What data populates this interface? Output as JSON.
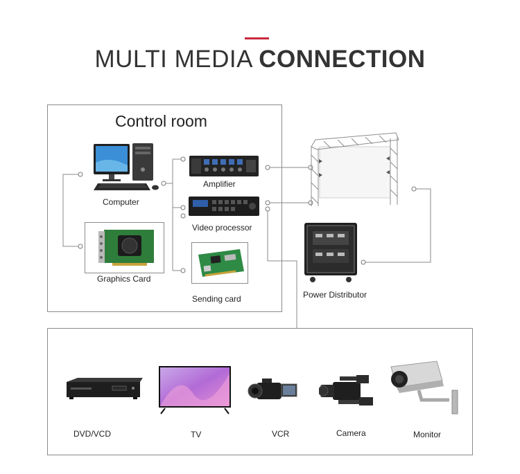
{
  "colors": {
    "accent": "#c8283c",
    "line": "#8a8a8a",
    "device_dark": "#2a2a2a",
    "screen_blue": "#3a8fd6"
  },
  "header": {
    "title_light": "MULTI MEDIA",
    "title_bold": "CONNECTION"
  },
  "control_room": {
    "title": "Control room",
    "devices": {
      "computer": {
        "label": "Computer",
        "icon": "computer-icon"
      },
      "graphics_card": {
        "label": "Graphics Card",
        "icon": "graphics-card-icon"
      },
      "amplifier": {
        "label": "Amplifier",
        "icon": "amplifier-icon"
      },
      "video_processor": {
        "label": "Video processor",
        "icon": "video-processor-icon"
      },
      "sending_card": {
        "label": "Sending card",
        "icon": "sending-card-icon"
      }
    }
  },
  "outside": {
    "screen": {
      "icon": "led-screen-truss-icon"
    },
    "power_distributor": {
      "label": "Power Distributor",
      "icon": "power-distributor-icon"
    }
  },
  "sources": [
    {
      "label": "DVD/VCD",
      "icon": "dvd-player-icon"
    },
    {
      "label": "TV",
      "icon": "tv-icon"
    },
    {
      "label": "VCR",
      "icon": "camcorder-icon"
    },
    {
      "label": "Camera",
      "icon": "video-camera-icon"
    },
    {
      "label": "Monitor",
      "icon": "cctv-camera-icon"
    }
  ]
}
